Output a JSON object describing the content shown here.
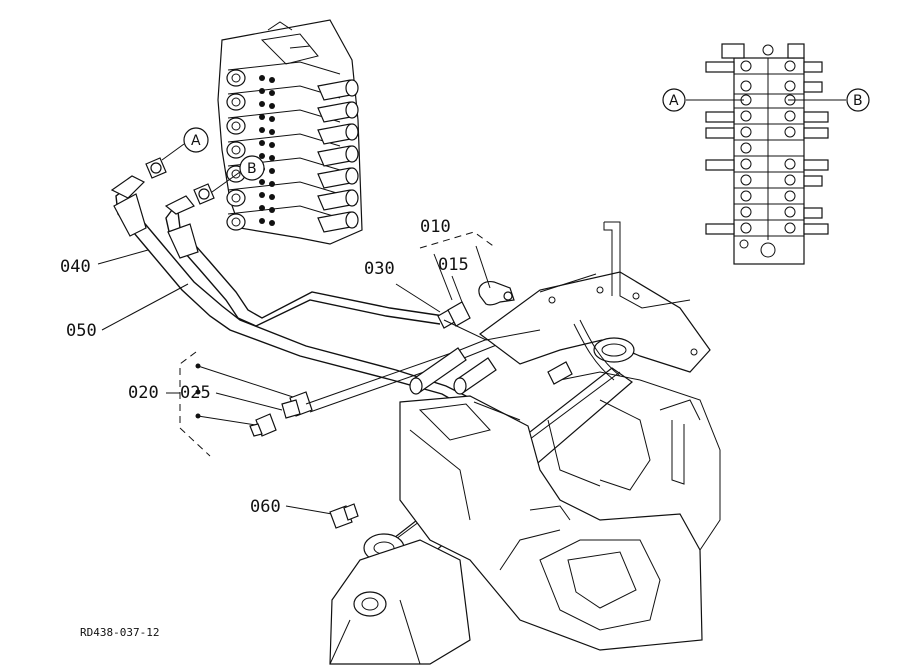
{
  "labels": {
    "p010": "010",
    "p015": "015",
    "p020": "020",
    "p025": "025",
    "p030": "030",
    "p040": "040",
    "p050": "050",
    "p060": "060"
  },
  "callouts": {
    "a_left": "A",
    "b_left": "B",
    "a_right": "A",
    "b_right": "B"
  },
  "reference_code": "RD438-037-12"
}
